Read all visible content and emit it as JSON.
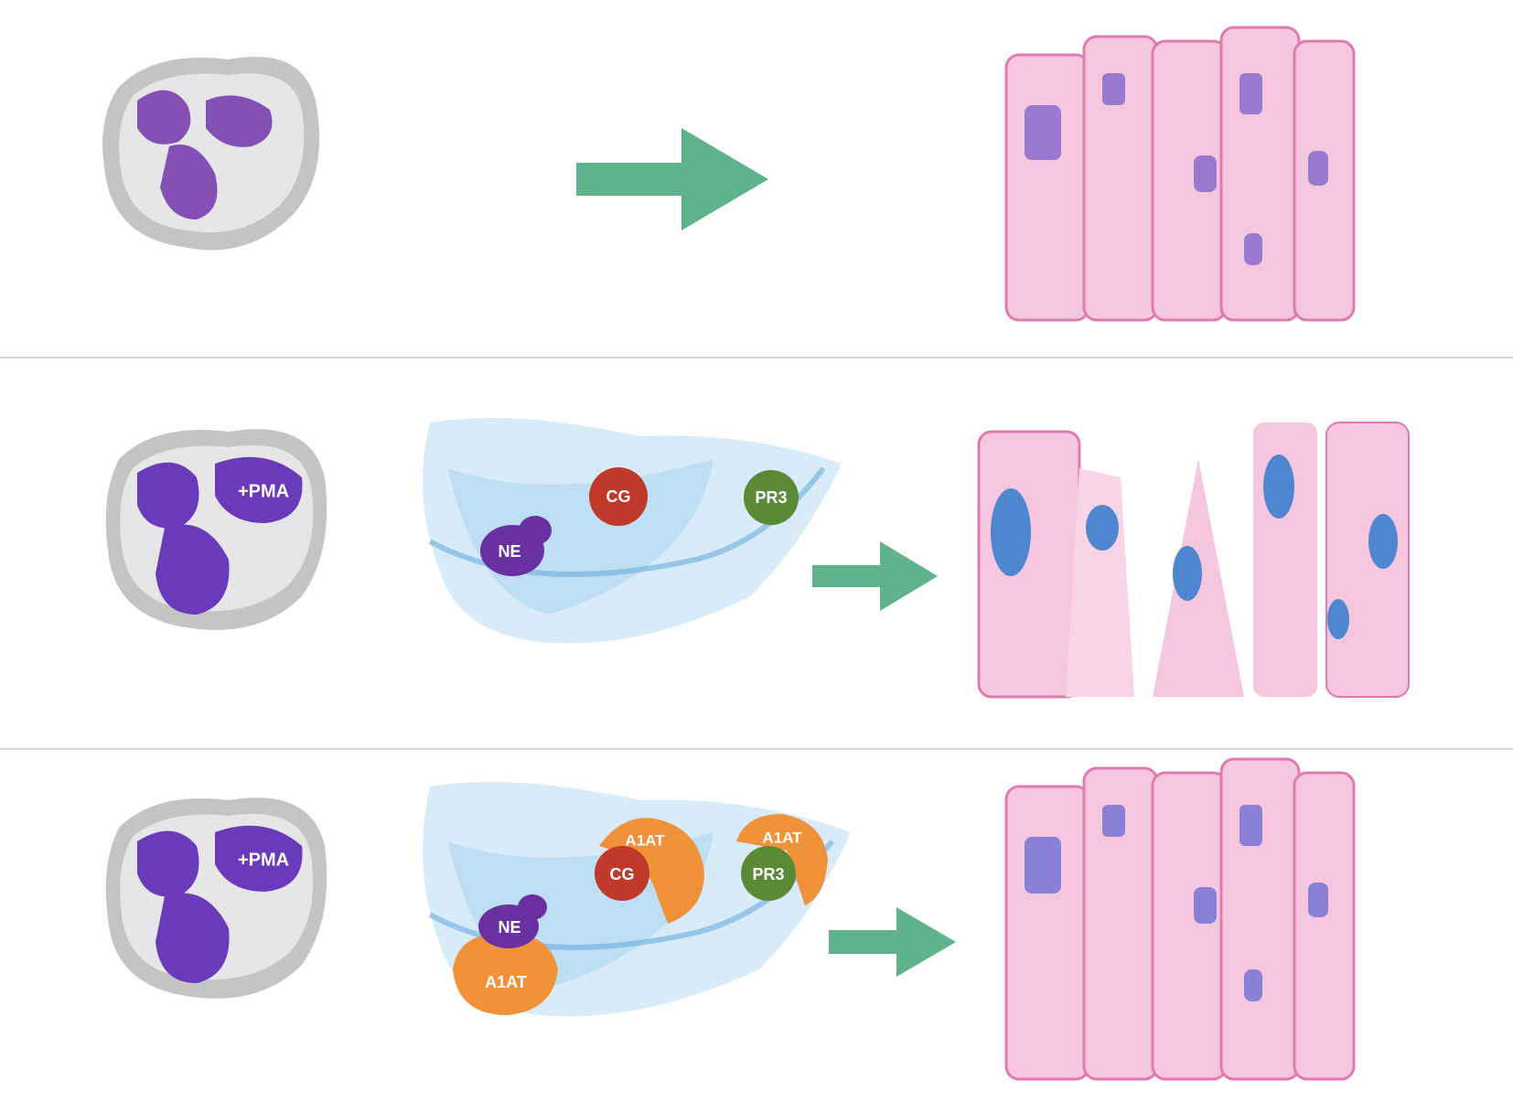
{
  "rows": [
    {
      "id": "control",
      "neutrophil": {
        "label": ""
      },
      "arrow": {
        "color": "#5fb38a"
      },
      "epithelium": {
        "state": "intact"
      }
    },
    {
      "id": "pma",
      "neutrophil": {
        "label": "+PMA"
      },
      "net": {
        "proteases": [
          {
            "label": "NE",
            "color": "#6a2fa0"
          },
          {
            "label": "CG",
            "color": "#c0392b"
          },
          {
            "label": "PR3",
            "color": "#5a8a35"
          }
        ]
      },
      "arrow": {
        "color": "#5fb38a"
      },
      "epithelium": {
        "state": "damaged"
      }
    },
    {
      "id": "pma-a1at",
      "neutrophil": {
        "label": "+PMA"
      },
      "net": {
        "proteases": [
          {
            "label": "NE",
            "inhibitor": "A1AT",
            "color": "#6a2fa0"
          },
          {
            "label": "CG",
            "inhibitor": "A1AT",
            "color": "#c0392b"
          },
          {
            "label": "PR3",
            "inhibitor": "A1AT",
            "color": "#5a8a35"
          }
        ]
      },
      "arrow": {
        "color": "#5fb38a"
      },
      "epithelium": {
        "state": "intact"
      }
    }
  ],
  "colors": {
    "cell_body": "#c8c8c8",
    "cytoplasm": "#e4e4e6",
    "nucleus": "#7a3fb0",
    "net": "#8ec5ea",
    "inhibitor": "#f0923a",
    "epithelium": "#f6c6de",
    "epithelium_border": "#e07ab0",
    "epi_nucleus_intact": "#9a7ad0",
    "epi_nucleus_damaged": "#4f86d0"
  }
}
